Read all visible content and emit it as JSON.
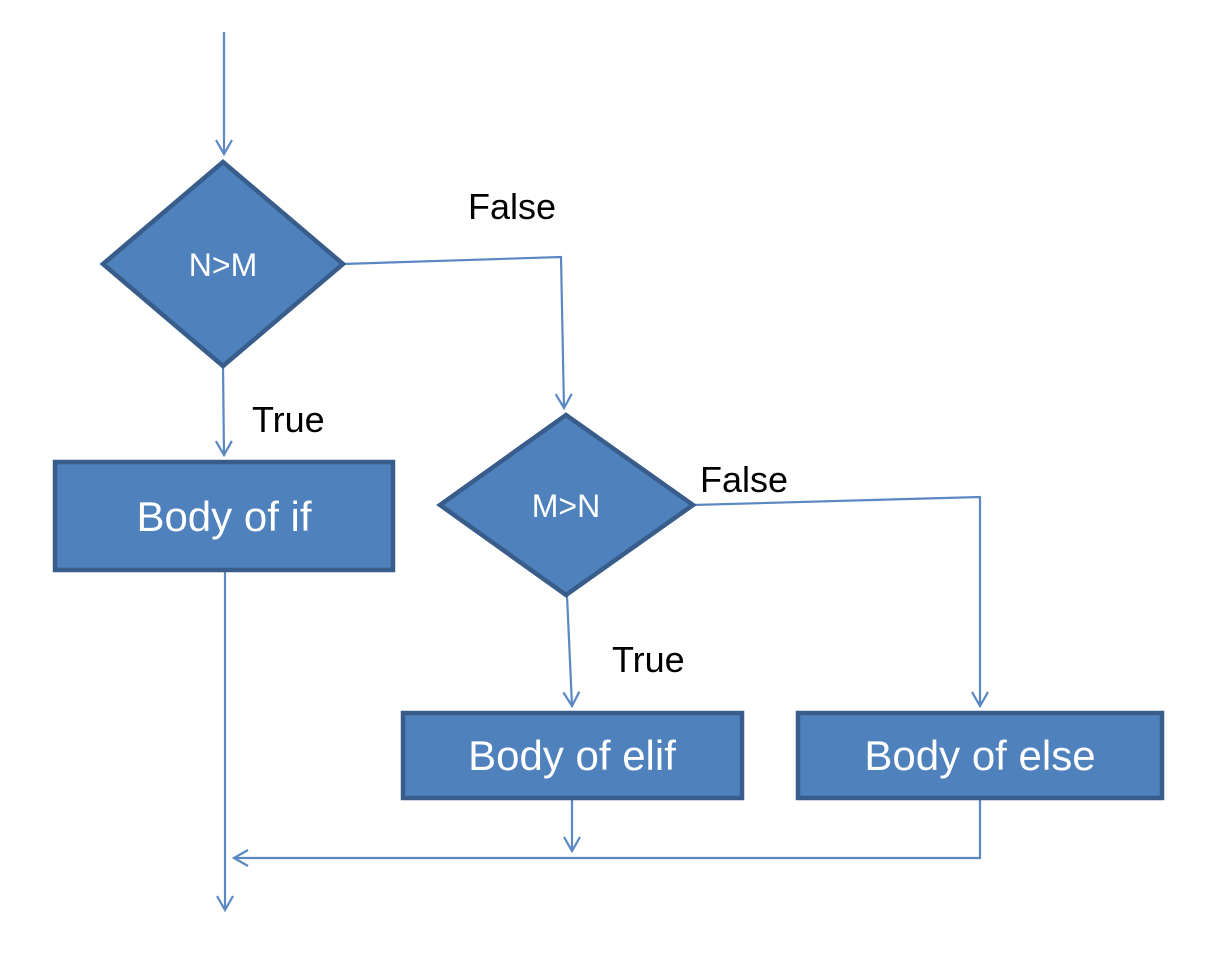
{
  "diagram": {
    "type": "flowchart",
    "description": "if-elif-else decision flowchart",
    "background": "#FFFFFF",
    "colors": {
      "node_fill": "#4F81BD",
      "node_border": "#385D8A",
      "connector": "#5B87C3",
      "node_text": "#FFFFFF",
      "label_text": "#000000"
    },
    "nodes": {
      "decision_if": {
        "label": "N>M",
        "shape": "diamond"
      },
      "body_if": {
        "label": "Body of if",
        "shape": "rectangle"
      },
      "decision_elif": {
        "label": "M>N",
        "shape": "diamond"
      },
      "body_elif": {
        "label": "Body of elif",
        "shape": "rectangle"
      },
      "body_else": {
        "label": "Body of else",
        "shape": "rectangle"
      }
    },
    "edges": [
      {
        "from": "start",
        "to": "decision_if",
        "label": ""
      },
      {
        "from": "decision_if",
        "to": "body_if",
        "label": "True"
      },
      {
        "from": "decision_if",
        "to": "decision_elif",
        "label": "False"
      },
      {
        "from": "decision_elif",
        "to": "body_elif",
        "label": "True"
      },
      {
        "from": "decision_elif",
        "to": "body_else",
        "label": "False"
      },
      {
        "from": "body_if",
        "to": "exit",
        "label": ""
      },
      {
        "from": "body_elif",
        "to": "merge",
        "label": ""
      },
      {
        "from": "body_else",
        "to": "merge",
        "label": ""
      }
    ]
  }
}
